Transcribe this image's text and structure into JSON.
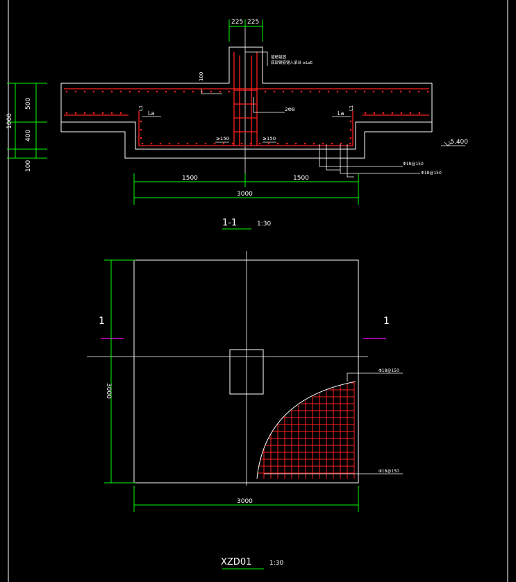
{
  "section": {
    "dims_top": [
      "225",
      "225"
    ],
    "note_line1": "插筋锚固",
    "note_line2": "底部钢筋锚入承台 ≥LaE",
    "dim_100_top": "100",
    "label_L1": "L1",
    "label_La_left": "La",
    "label_La_right": "La",
    "label_L1_right": "L1",
    "label_2phi": "2Φ8",
    "label_ge150_left": "≥150",
    "label_ge150_right": "≥150",
    "elevation": "-5.400",
    "rebar_1": "Φ18@150",
    "rebar_2": "Φ18@150",
    "dim_1500_left": "1500",
    "dim_1500_right": "1500",
    "dim_3000": "3000",
    "left_dims": [
      "1000",
      "500",
      "400",
      "100"
    ],
    "title": "1-1",
    "scale": "1:30"
  },
  "plan": {
    "cut_left": "1",
    "cut_right": "1",
    "dim_left": "3000",
    "dim_bottom": "3000",
    "rebar_top": "Φ18@150",
    "rebar_bottom": "Φ18@150",
    "title": "XZD01",
    "scale": "1:30"
  },
  "colors": {
    "background": "#000000",
    "outline": "#ffffff",
    "dimension": "#00ff00",
    "rebar": "#ff2020",
    "section_mark": "#ff00ff"
  }
}
